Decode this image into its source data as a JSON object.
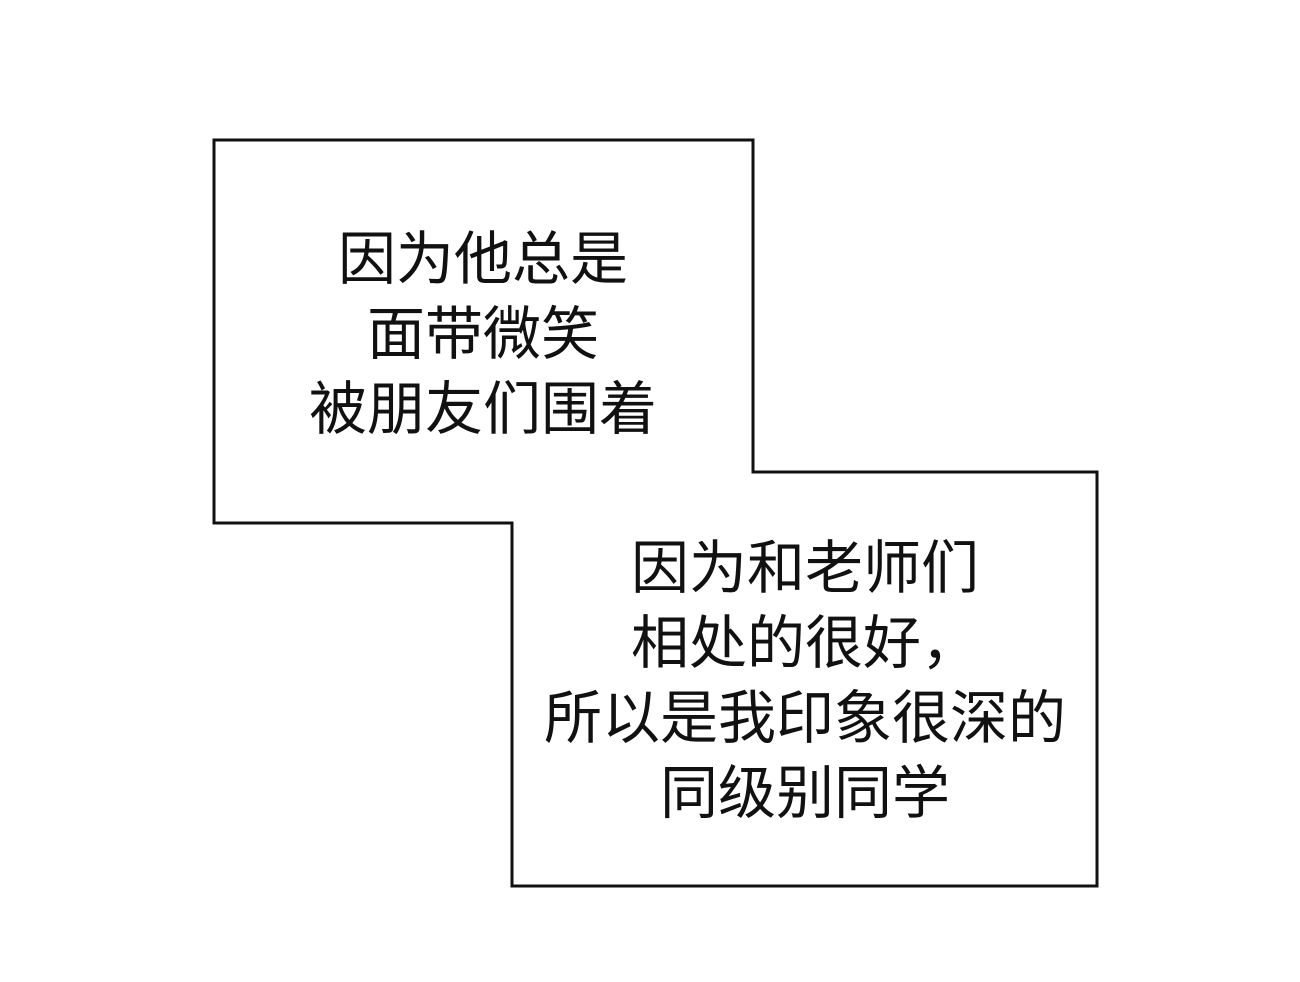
{
  "colors": {
    "background": "#ffffff",
    "border": "#111111",
    "text": "#111111"
  },
  "caption_top": {
    "lines": [
      "因为他总是",
      "面带微笑",
      "被朋友们围着"
    ]
  },
  "caption_bottom": {
    "lines": [
      "因为和老师们",
      "相处的很好，",
      "所以是我印象很深的",
      "同级别同学"
    ]
  }
}
